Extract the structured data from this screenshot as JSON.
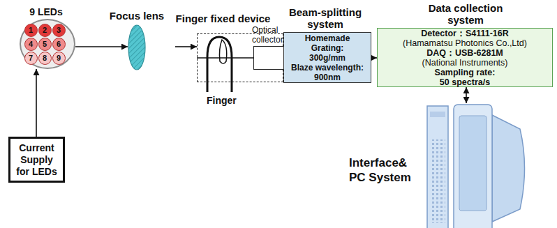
{
  "diagram": {
    "nodes": [
      {
        "text": [
          "9 LEDs"
        ]
      },
      {
        "text": [
          "1"
        ],
        "in": 0
      },
      {
        "text": [
          "2"
        ],
        "in": 0
      },
      {
        "text": [
          "3"
        ],
        "in": 0
      },
      {
        "text": [
          "4"
        ],
        "in": 0
      },
      {
        "text": [
          "5"
        ],
        "in": 0
      },
      {
        "text": [
          "6"
        ],
        "in": 0
      },
      {
        "text": [
          "7"
        ],
        "in": 0
      },
      {
        "text": [
          "8"
        ],
        "in": 0
      },
      {
        "text": [
          "9"
        ],
        "in": 0
      },
      {
        "text": [
          "Focus lens"
        ]
      },
      {
        "text": [
          "Finger fixed device"
        ]
      },
      {
        "text": [
          "Optical collector"
        ]
      },
      {
        "text": [
          "Beam-splitting system",
          "Homemade",
          "Grating:",
          "300g/mm",
          "Blaze wavelength:",
          "900nm"
        ]
      },
      {
        "text": [
          "Data collection system",
          "Detector：S4111-16R",
          "(Hamamatsu Photonics Co.,Ltd)",
          "DAQ：USB-6281M",
          "(National Instruments)",
          "Sampling rate:",
          "50 spectra/s"
        ]
      },
      {
        "text": [
          "Current Supply for LEDs"
        ]
      },
      {
        "text": [
          "Interface& PC System"
        ]
      }
    ],
    "edges": [
      {
        "from": 15,
        "to": 0,
        "arrow": "to"
      },
      {
        "from": 0,
        "to": 10,
        "arrow": "to"
      },
      {
        "from": 10,
        "to": 11,
        "arrow": "to"
      },
      {
        "from": 11,
        "to": 12,
        "arrow": "none"
      },
      {
        "from": 12,
        "to": 13,
        "arrow": "none"
      },
      {
        "from": 13,
        "to": 14,
        "arrow": "to"
      },
      {
        "from": 14,
        "to": 16,
        "arrow": "both"
      }
    ],
    "labels": [
      "Finger"
    ]
  }
}
